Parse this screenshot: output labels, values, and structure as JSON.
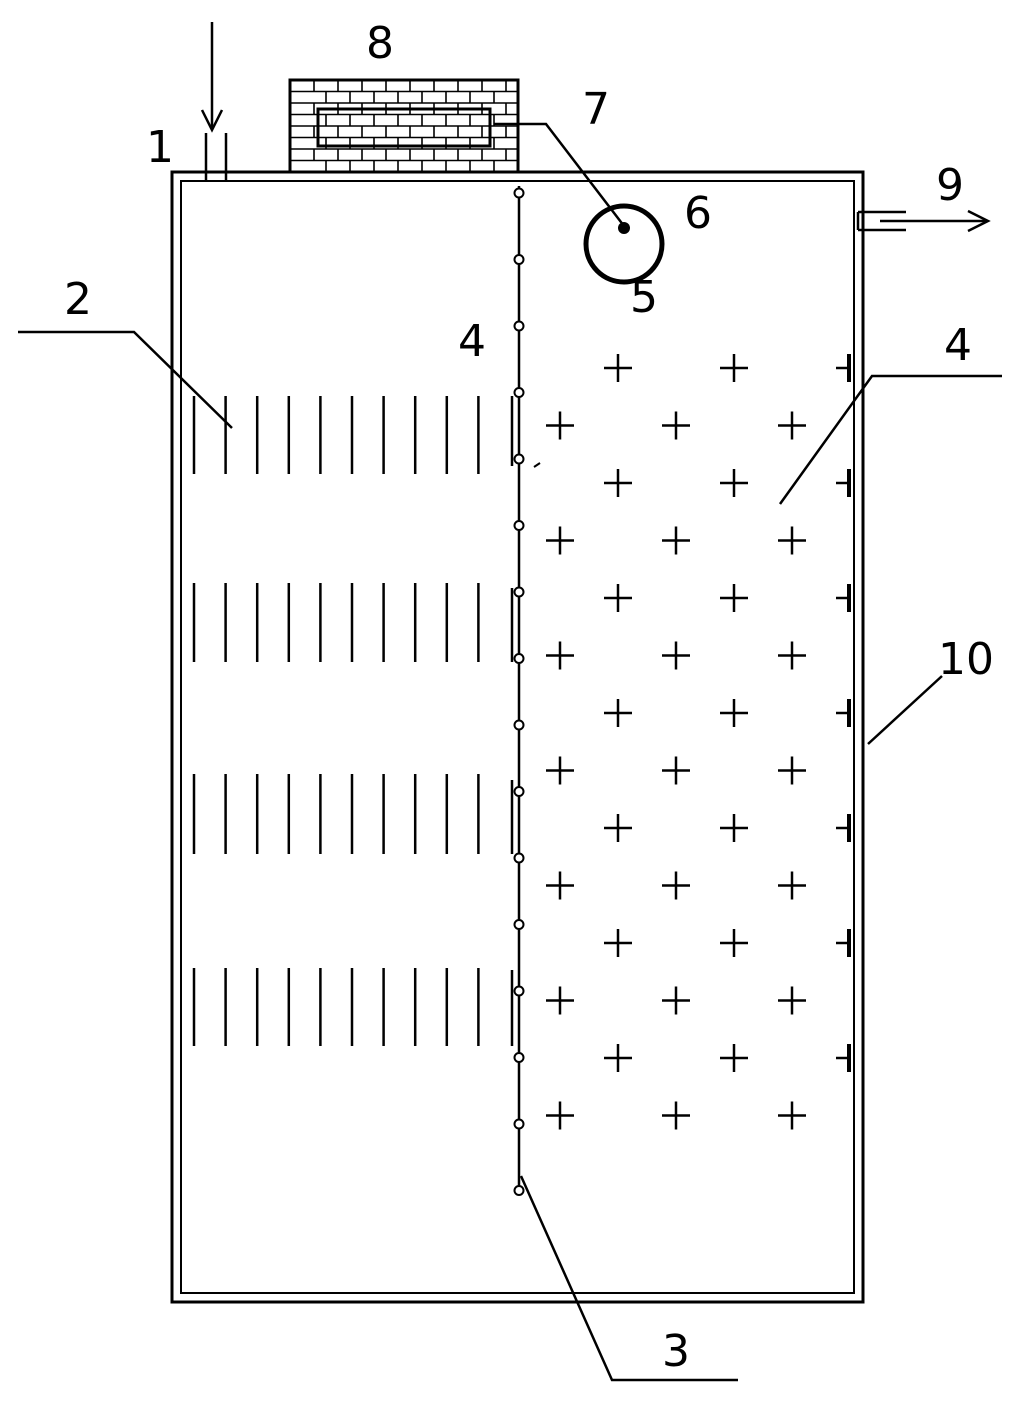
{
  "diagram": {
    "labels": {
      "inlet": "1",
      "filter_bars": "2",
      "divider": "3",
      "divider_top": "4",
      "media_zone": "4",
      "aerator_bottom": "5",
      "aerator": "6",
      "connector": "7",
      "control_box": "8",
      "outlet": "9",
      "tank_wall": "10"
    },
    "components": {
      "filter_bar_groups": 4,
      "bars_per_group": 10,
      "plus_rows": 14
    }
  }
}
